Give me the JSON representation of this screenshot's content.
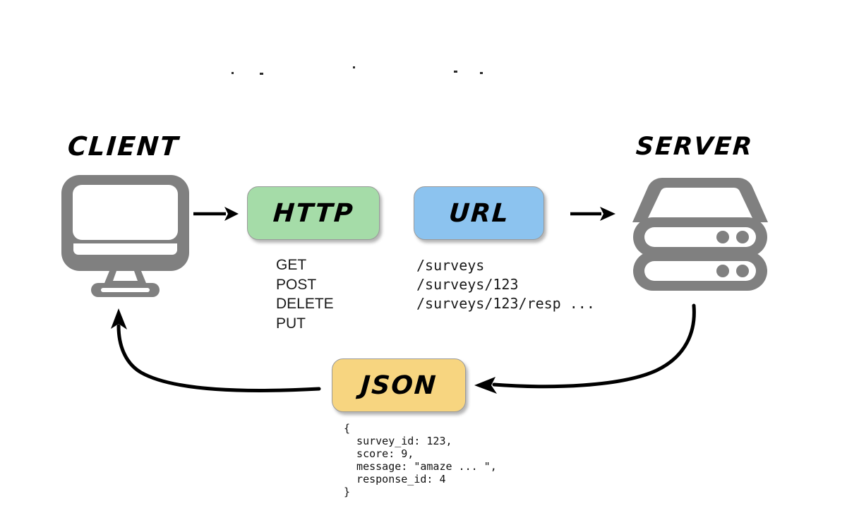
{
  "diagram": {
    "title_client": "CLIENT",
    "title_server": "SERVER",
    "colors": {
      "http_box": "#A5DCA8",
      "url_box": "#8CC3EF",
      "json_box": "#F7D580",
      "box_border": "#9A9A9A",
      "icon_gray": "#808080",
      "arrow": "#000000",
      "text": "#1A1A1A",
      "background": "#FFFFFF"
    },
    "nodes": {
      "client": {
        "label": "CLIENT",
        "icon": "desktop-monitor-icon"
      },
      "server": {
        "label": "SERVER",
        "icon": "server-rack-icon"
      },
      "http": {
        "label": "HTTP"
      },
      "url": {
        "label": "URL"
      },
      "json": {
        "label": "JSON"
      }
    },
    "http_methods": [
      "GET",
      "POST",
      "DELETE",
      "PUT"
    ],
    "http_methods_text": "GET\nPOST\nDELETE\nPUT",
    "url_examples": [
      "/surveys",
      "/surveys/123",
      "/surveys/123/resp ..."
    ],
    "url_examples_text": "/surveys\n/surveys/123\n/surveys/123/resp ...",
    "json_payload_lines": [
      "{",
      "  survey_id: 123,",
      "  score: 9,",
      "  message: \"amaze ... \",",
      "  response_id: 4",
      "}"
    ],
    "json_payload_text": "{\n  survey_id: 123,\n  score: 9,\n  message: \"amaze ... \",\n  response_id: 4\n}",
    "json_fields": {
      "survey_id": 123,
      "score": 9,
      "message": "amaze ... ",
      "response_id": 4
    },
    "arrows": [
      {
        "name": "client-to-http",
        "from": "client",
        "to": "http",
        "style": "straight",
        "direction": "right"
      },
      {
        "name": "url-to-server",
        "from": "url",
        "to": "server",
        "style": "straight",
        "direction": "right"
      },
      {
        "name": "server-to-json",
        "from": "server",
        "to": "json",
        "style": "curved",
        "direction": "left"
      },
      {
        "name": "json-to-client",
        "from": "json",
        "to": "client",
        "style": "curved",
        "direction": "up-left"
      }
    ]
  }
}
